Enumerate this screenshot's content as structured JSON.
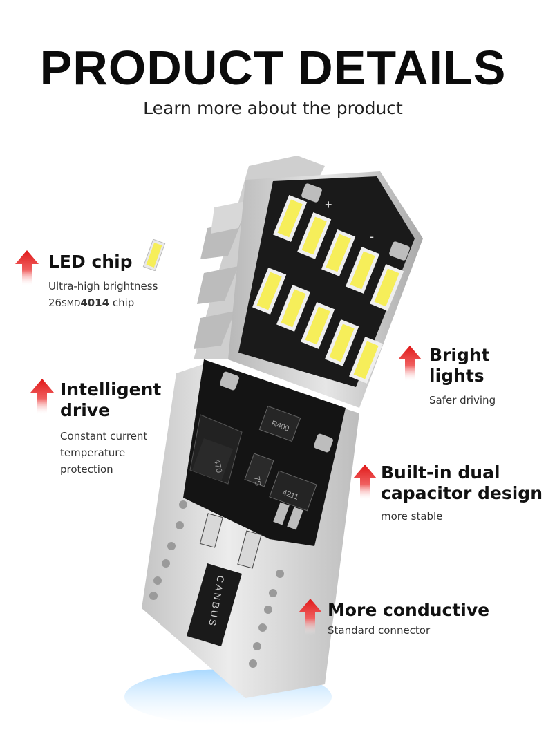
{
  "header": {
    "title": "PRODUCT DETAILS",
    "subtitle": "Learn more about the product"
  },
  "features": {
    "led_chip": {
      "title": "LED chip",
      "desc_line1": "Ultra-high brightness",
      "count": "26",
      "smd": "SMD",
      "model": "4014",
      "chip_word": " chip"
    },
    "intelligent_drive": {
      "title_line1": "Intelligent",
      "title_line2": "drive",
      "desc_line1": "Constant current",
      "desc_line2": "temperature",
      "desc_line3": "protection"
    },
    "bright_lights": {
      "title_line1": "Bright",
      "title_line2": "lights",
      "desc": "Safer driving"
    },
    "dual_capacitor": {
      "title_line1": "Built-in dual",
      "title_line2": "capacitor design",
      "desc": "more stable"
    },
    "conductive": {
      "title": "More conductive",
      "desc": "Standard connector"
    }
  },
  "product": {
    "pcb_markings": [
      "470",
      "R400",
      "4211",
      "7S"
    ],
    "base_label": "CANBUS",
    "pcb_plus": "+",
    "pcb_minus": "-"
  },
  "colors": {
    "arrow_red": "#e01818",
    "led_yellow": "#f6ee5a",
    "pcb_black": "#1a1a1a",
    "housing_gray": "#c9c9c9"
  },
  "icons": {
    "arrow": "up-arrow-icon",
    "chip": "led-chip-icon"
  }
}
